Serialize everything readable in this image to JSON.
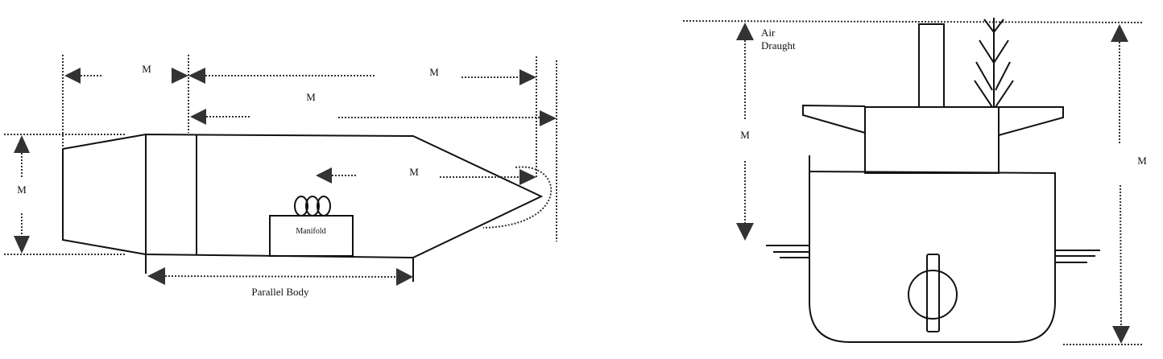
{
  "diagram": {
    "plan_view": {
      "dim_labels": [
        "M",
        "M",
        "M",
        "M",
        "M"
      ],
      "manifold_label": "Manifold",
      "parallel_body_label": "Parallel Body"
    },
    "end_view": {
      "air_draught_label_1": "Air",
      "air_draught_label_2": "Draught",
      "dim_labels": [
        "M",
        "M"
      ]
    }
  }
}
